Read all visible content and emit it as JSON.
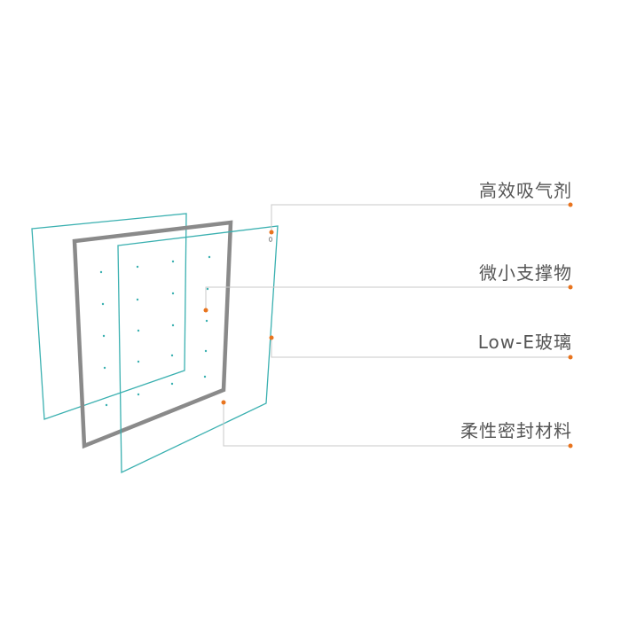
{
  "diagram": {
    "labels": [
      {
        "id": "desiccant",
        "text": "高效吸气剂"
      },
      {
        "id": "micro-support",
        "text": "微小支撑物"
      },
      {
        "id": "low-e-glass",
        "text": "Low-E玻璃"
      },
      {
        "id": "flexible-seal",
        "text": "柔性密封材料"
      }
    ],
    "colors": {
      "glass": "#3ab0b0",
      "frame": "#8a8a8a",
      "leader": "#c8c8c8",
      "dot": "#e8741e",
      "text": "#555555"
    }
  }
}
